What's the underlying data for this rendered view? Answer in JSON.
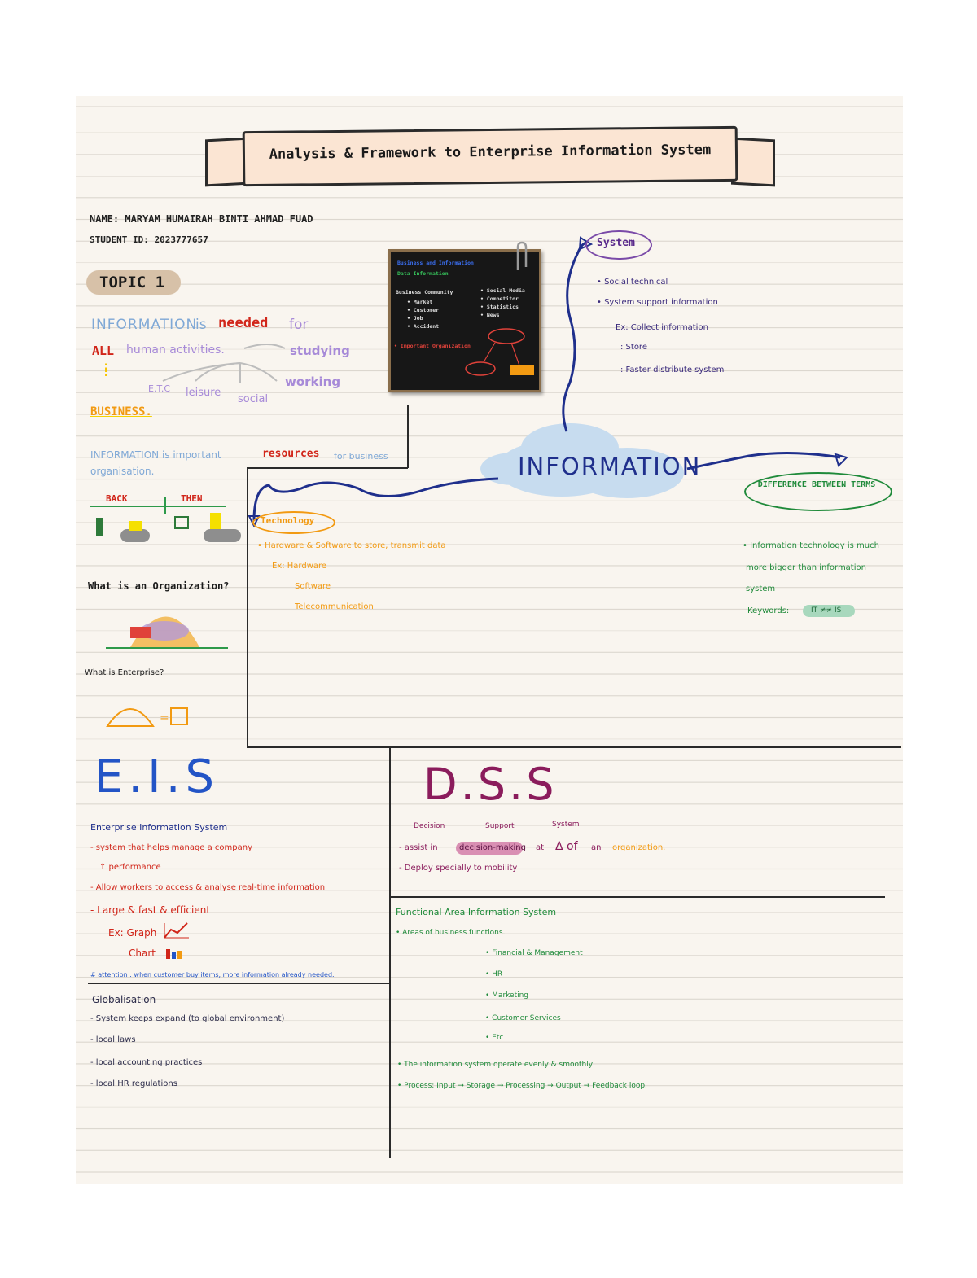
{
  "header": {
    "title": "Analysis & Framework to Enterprise Information System",
    "name_line": "NAME: MARYAM HUMAIRAH BINTI AHMAD FUAD",
    "student_line": "STUDENT ID: 2023777657"
  },
  "topic": {
    "label": "TOPIC 1",
    "information_word": "INFORMATION",
    "is_word": "is",
    "needed_word": "needed",
    "for_word": "for",
    "all_word": "ALL",
    "human_activities": "human activities.",
    "studying": "studying",
    "working": "working",
    "etc": "E.T.C",
    "leisure": "leisure",
    "social": "social",
    "business": "BUSINESS.",
    "important_prefix": "INFORMATION is important",
    "resources": "resources",
    "for_business": "for business",
    "organisation": "organisation.",
    "back": "BACK",
    "then": "THEN",
    "what_org": "What is an Organization?",
    "what_enterprise": "What is Enterprise?"
  },
  "blackboard": {
    "line1": "Business and Information",
    "line2": "Data Information",
    "left_items": [
      "Business Community",
      "• Market",
      "• Customer",
      "• Job",
      "• Accident"
    ],
    "right_items": [
      "• Social Media",
      "• Competitor",
      "• Statistics",
      "• News"
    ],
    "bottom": "• Important Organization"
  },
  "center": {
    "information": "INFORMATION",
    "system": "System",
    "system_items": [
      "• Social technical",
      "• System support information"
    ],
    "system_ex": "Ex: Collect information",
    "system_sub": [
      ": Store",
      ": Faster distribute system"
    ],
    "technology": "Technology",
    "tech_item": "• Hardware & Software to store, transmit data",
    "tech_ex": [
      "Ex: Hardware",
      "Software",
      "Telecommunication"
    ],
    "difference": "DIFFERENCE BETWEEN TERMS",
    "diff_items": [
      "• Information technology is much",
      "more bigger than information",
      "system"
    ],
    "keywords": "Keywords:",
    "keyword_tag": "IT ≠≠ IS"
  },
  "eis": {
    "heading": "E.I.S",
    "full": "Enterprise Information System",
    "items": [
      "- system that helps manage a company",
      "↑ performance",
      "- Allow workers to access & analyse real-time information",
      "- Large & fast & efficient",
      "Ex: Graph",
      "Chart"
    ],
    "attention": "# attention : when customer buy items, more information already needed.",
    "globalisation": "Globalisation",
    "glob_items": [
      "- System keeps expand (to global environment)",
      "- local laws",
      "- local accounting practices",
      "- local HR regulations"
    ]
  },
  "dss": {
    "heading": "D.S.S",
    "full": [
      "Decision",
      "Support",
      "System"
    ],
    "item1_prefix": "- assist in",
    "item1_highlight": "decision-making",
    "item1_mid": "at",
    "item1_level": "Δ of",
    "item1_an": "an",
    "item1_org": "organization.",
    "item2": "- Deploy specially to mobility",
    "faiss": "Functional Area Information System",
    "faiss_sub": "• Areas of business functions.",
    "faiss_items": [
      "• Financial & Management",
      "• HR",
      "• Marketing",
      "• Customer Services",
      "• Etc"
    ],
    "note1": "• The information system operate evenly & smoothly",
    "note2": "• Process: Input → Storage → Processing → Output → Feedback loop."
  },
  "colors": {
    "paper": "#f9f5ef",
    "rule": "#dcd7cf",
    "navy": "#1f2f8c",
    "eis_blue": "#2354c6",
    "dss_purple": "#8b1c5c",
    "red": "#d1261a",
    "green": "#1f8a3a",
    "orange": "#f29a12",
    "lilac": "#a78ad8"
  }
}
